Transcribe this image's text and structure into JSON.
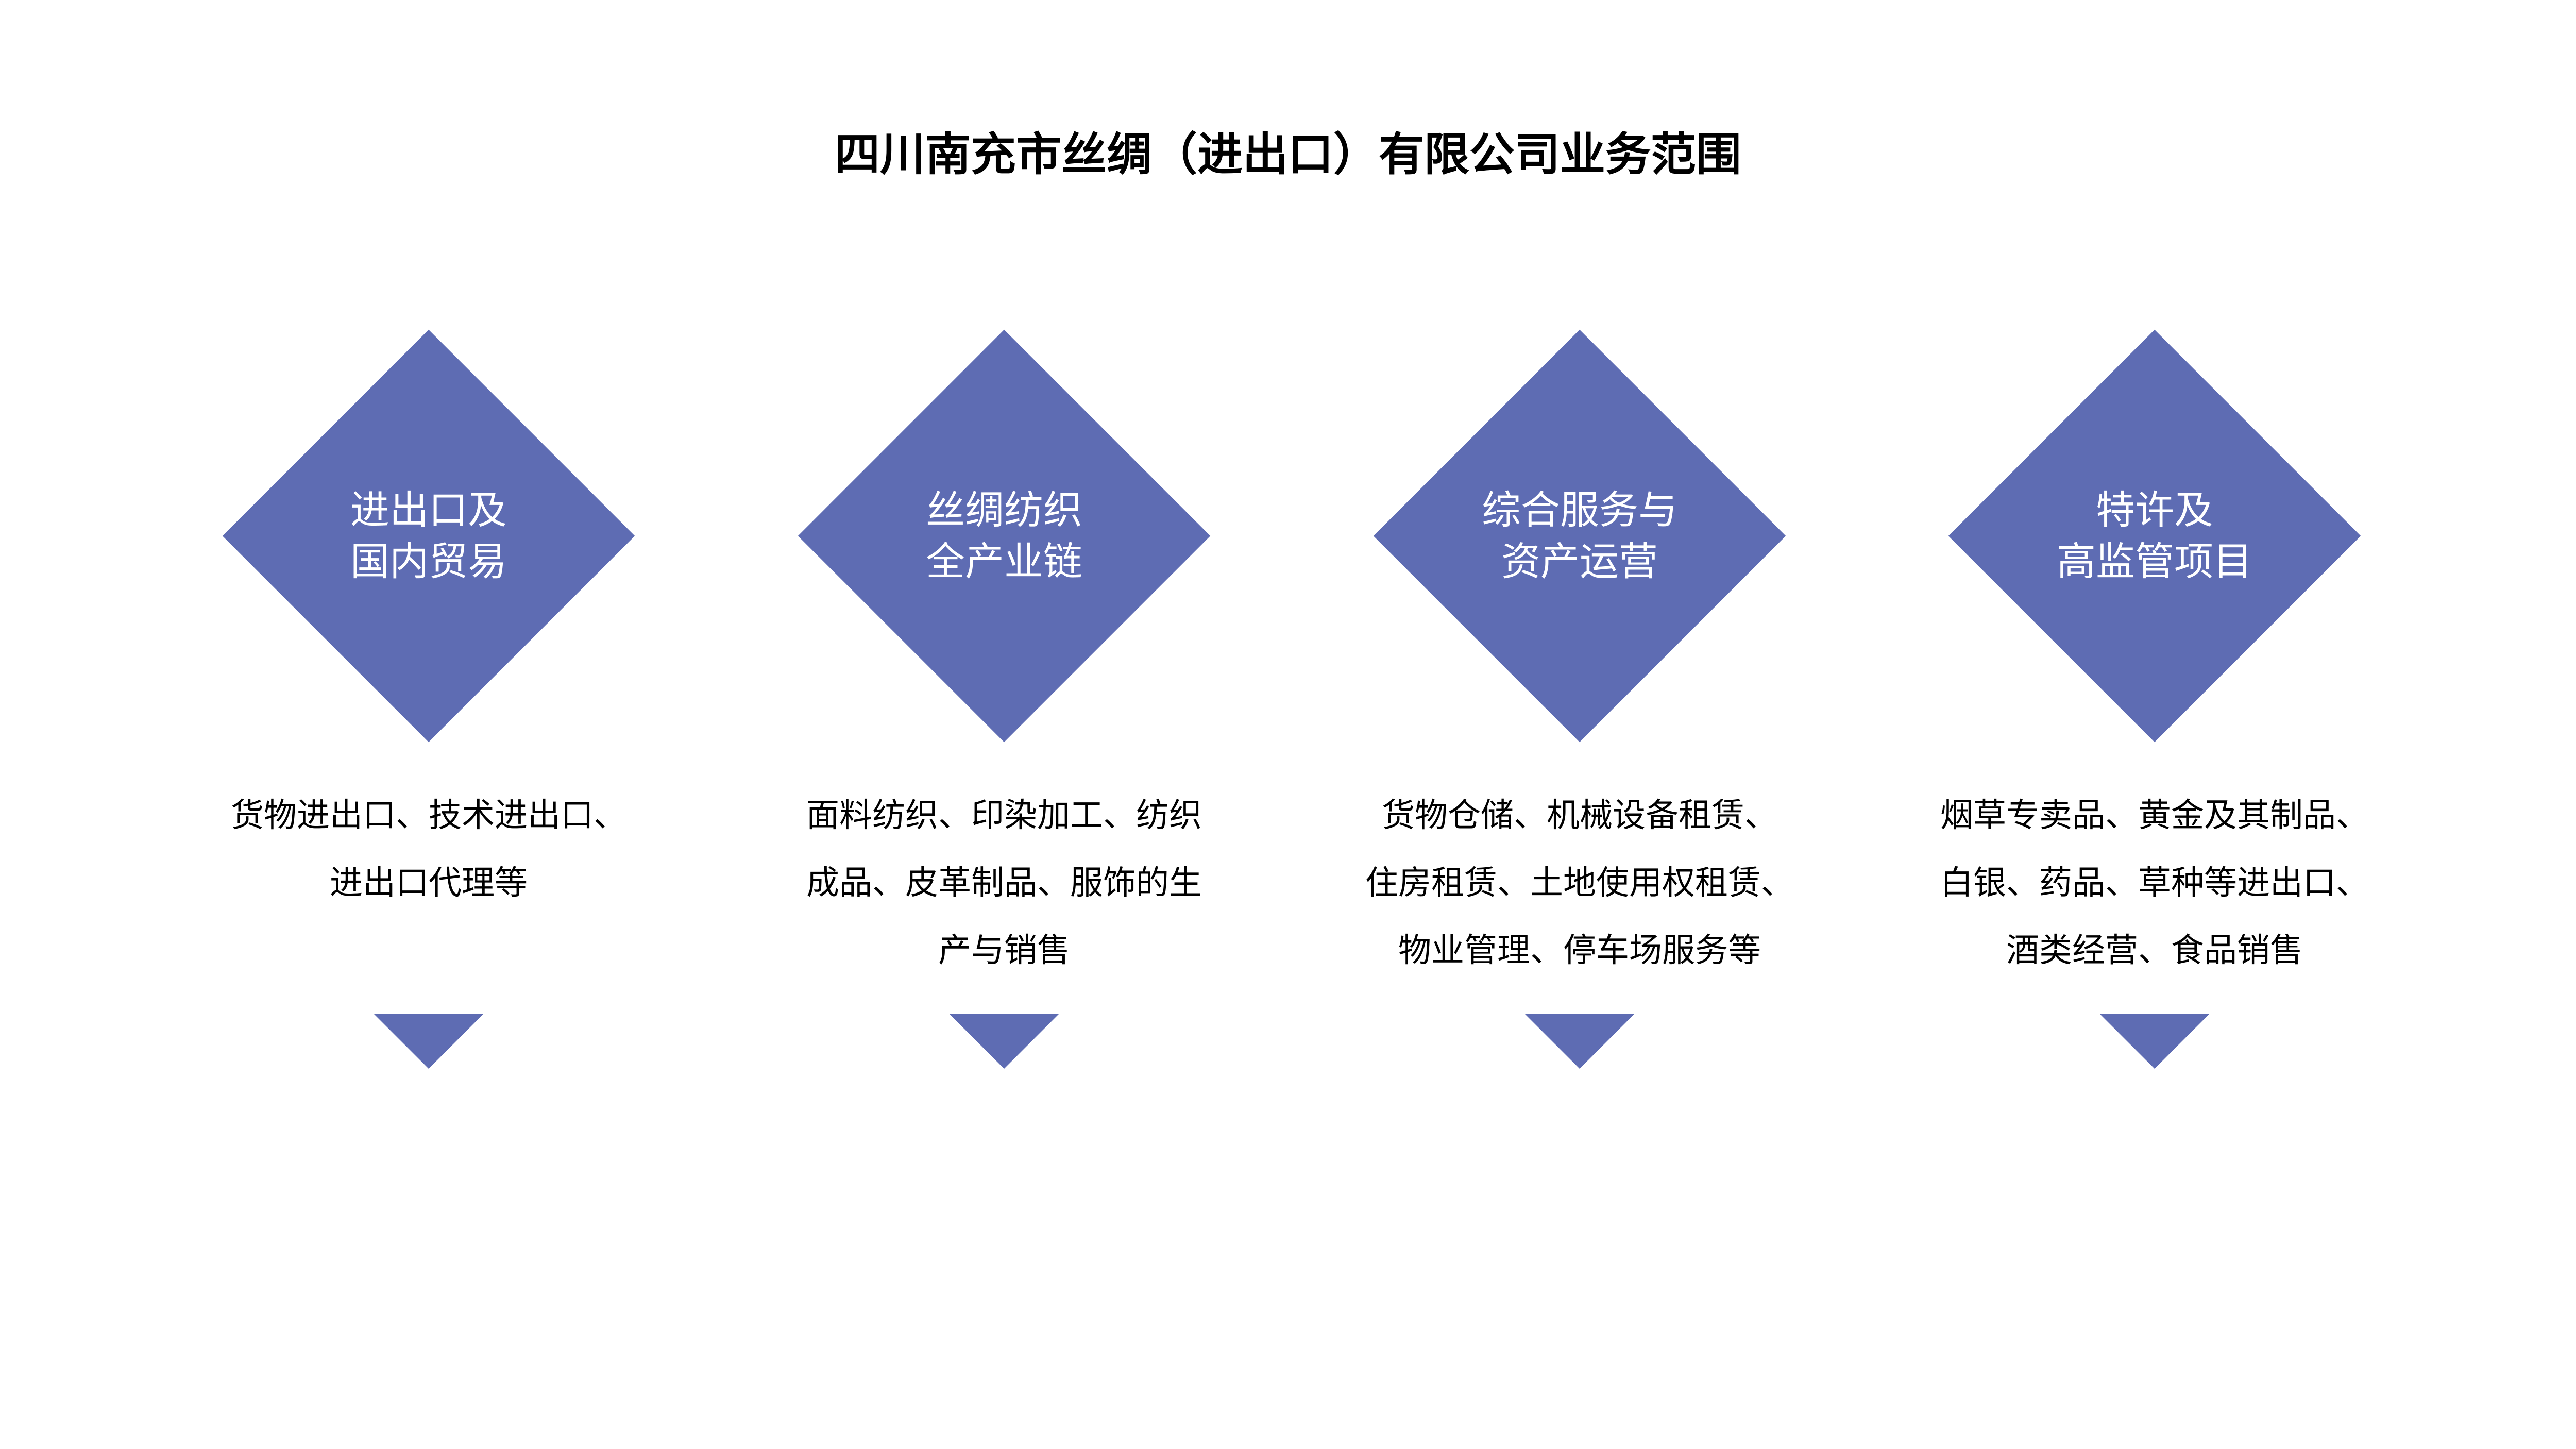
{
  "title": "四川南充市丝绸（进出口）有限公司业务范围",
  "colors": {
    "accent": "#5E6CB3"
  },
  "items": [
    {
      "label": [
        "进出口及",
        "国内贸易"
      ],
      "desc": [
        "货物进出口、技术进出口、",
        "进出口代理等"
      ]
    },
    {
      "label": [
        "丝绸纺织",
        "全产业链"
      ],
      "desc": [
        "面料纺织、印染加工、纺织",
        "成品、皮革制品、服饰的生",
        "产与销售"
      ]
    },
    {
      "label": [
        "综合服务与",
        "资产运营"
      ],
      "desc": [
        "货物仓储、机械设备租赁、",
        "住房租赁、土地使用权租赁、",
        "物业管理、停车场服务等"
      ]
    },
    {
      "label": [
        "特许及",
        "高监管项目"
      ],
      "desc": [
        "烟草专卖品、黄金及其制品、",
        "白银、药品、草种等进出口、",
        "酒类经营、食品销售"
      ]
    }
  ]
}
